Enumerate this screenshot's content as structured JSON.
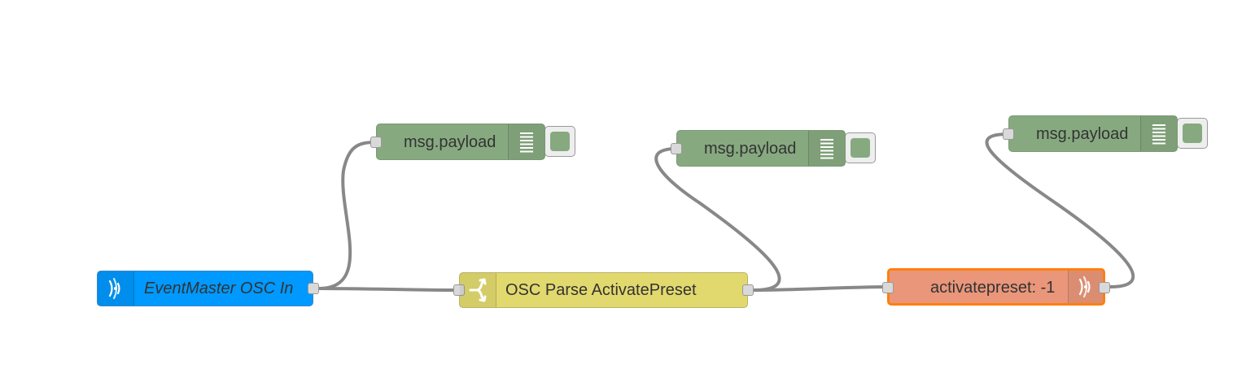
{
  "canvas": {
    "background": "#ffffff",
    "wire_color": "#888888"
  },
  "nodes": {
    "osc_in": {
      "label": "EventMaster OSC In",
      "icon": "bridge-icon",
      "color": "#0099ff"
    },
    "parse": {
      "label": "OSC Parse ActivatePreset",
      "icon": "split-arrows-icon",
      "color": "#e2d96e"
    },
    "activate": {
      "label": "activatepreset: -1",
      "icon": "bridge-icon",
      "color": "#e9967a",
      "selected_border": "#ff7f0e"
    },
    "debug_1": {
      "label": "msg.payload",
      "icon": "list-icon",
      "color": "#87a980"
    },
    "debug_2": {
      "label": "msg.payload",
      "icon": "list-icon",
      "color": "#87a980"
    },
    "debug_3": {
      "label": "msg.payload",
      "icon": "list-icon",
      "color": "#87a980"
    }
  }
}
